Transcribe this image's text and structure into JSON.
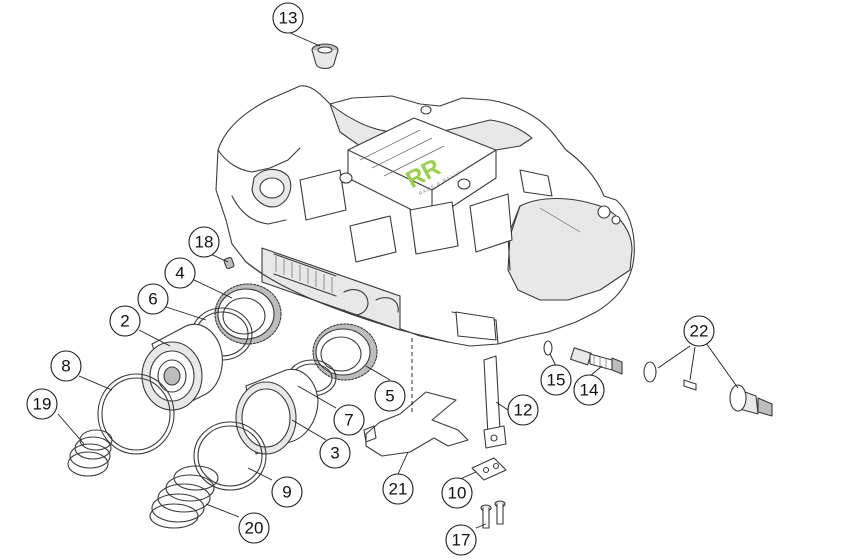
{
  "logo": {
    "mark": "RR",
    "tagline": "RACE & RALLY"
  },
  "callouts": [
    {
      "id": "c2",
      "label": "2"
    },
    {
      "id": "c3",
      "label": "3"
    },
    {
      "id": "c4",
      "label": "4"
    },
    {
      "id": "c5",
      "label": "5"
    },
    {
      "id": "c6",
      "label": "6"
    },
    {
      "id": "c7",
      "label": "7"
    },
    {
      "id": "c8",
      "label": "8"
    },
    {
      "id": "c9",
      "label": "9"
    },
    {
      "id": "c10",
      "label": "10"
    },
    {
      "id": "c12",
      "label": "12"
    },
    {
      "id": "c13",
      "label": "13"
    },
    {
      "id": "c14",
      "label": "14"
    },
    {
      "id": "c15",
      "label": "15"
    },
    {
      "id": "c17",
      "label": "17"
    },
    {
      "id": "c18",
      "label": "18"
    },
    {
      "id": "c19",
      "label": "19"
    },
    {
      "id": "c20",
      "label": "20"
    },
    {
      "id": "c21",
      "label": "21"
    },
    {
      "id": "c22",
      "label": "22"
    }
  ]
}
